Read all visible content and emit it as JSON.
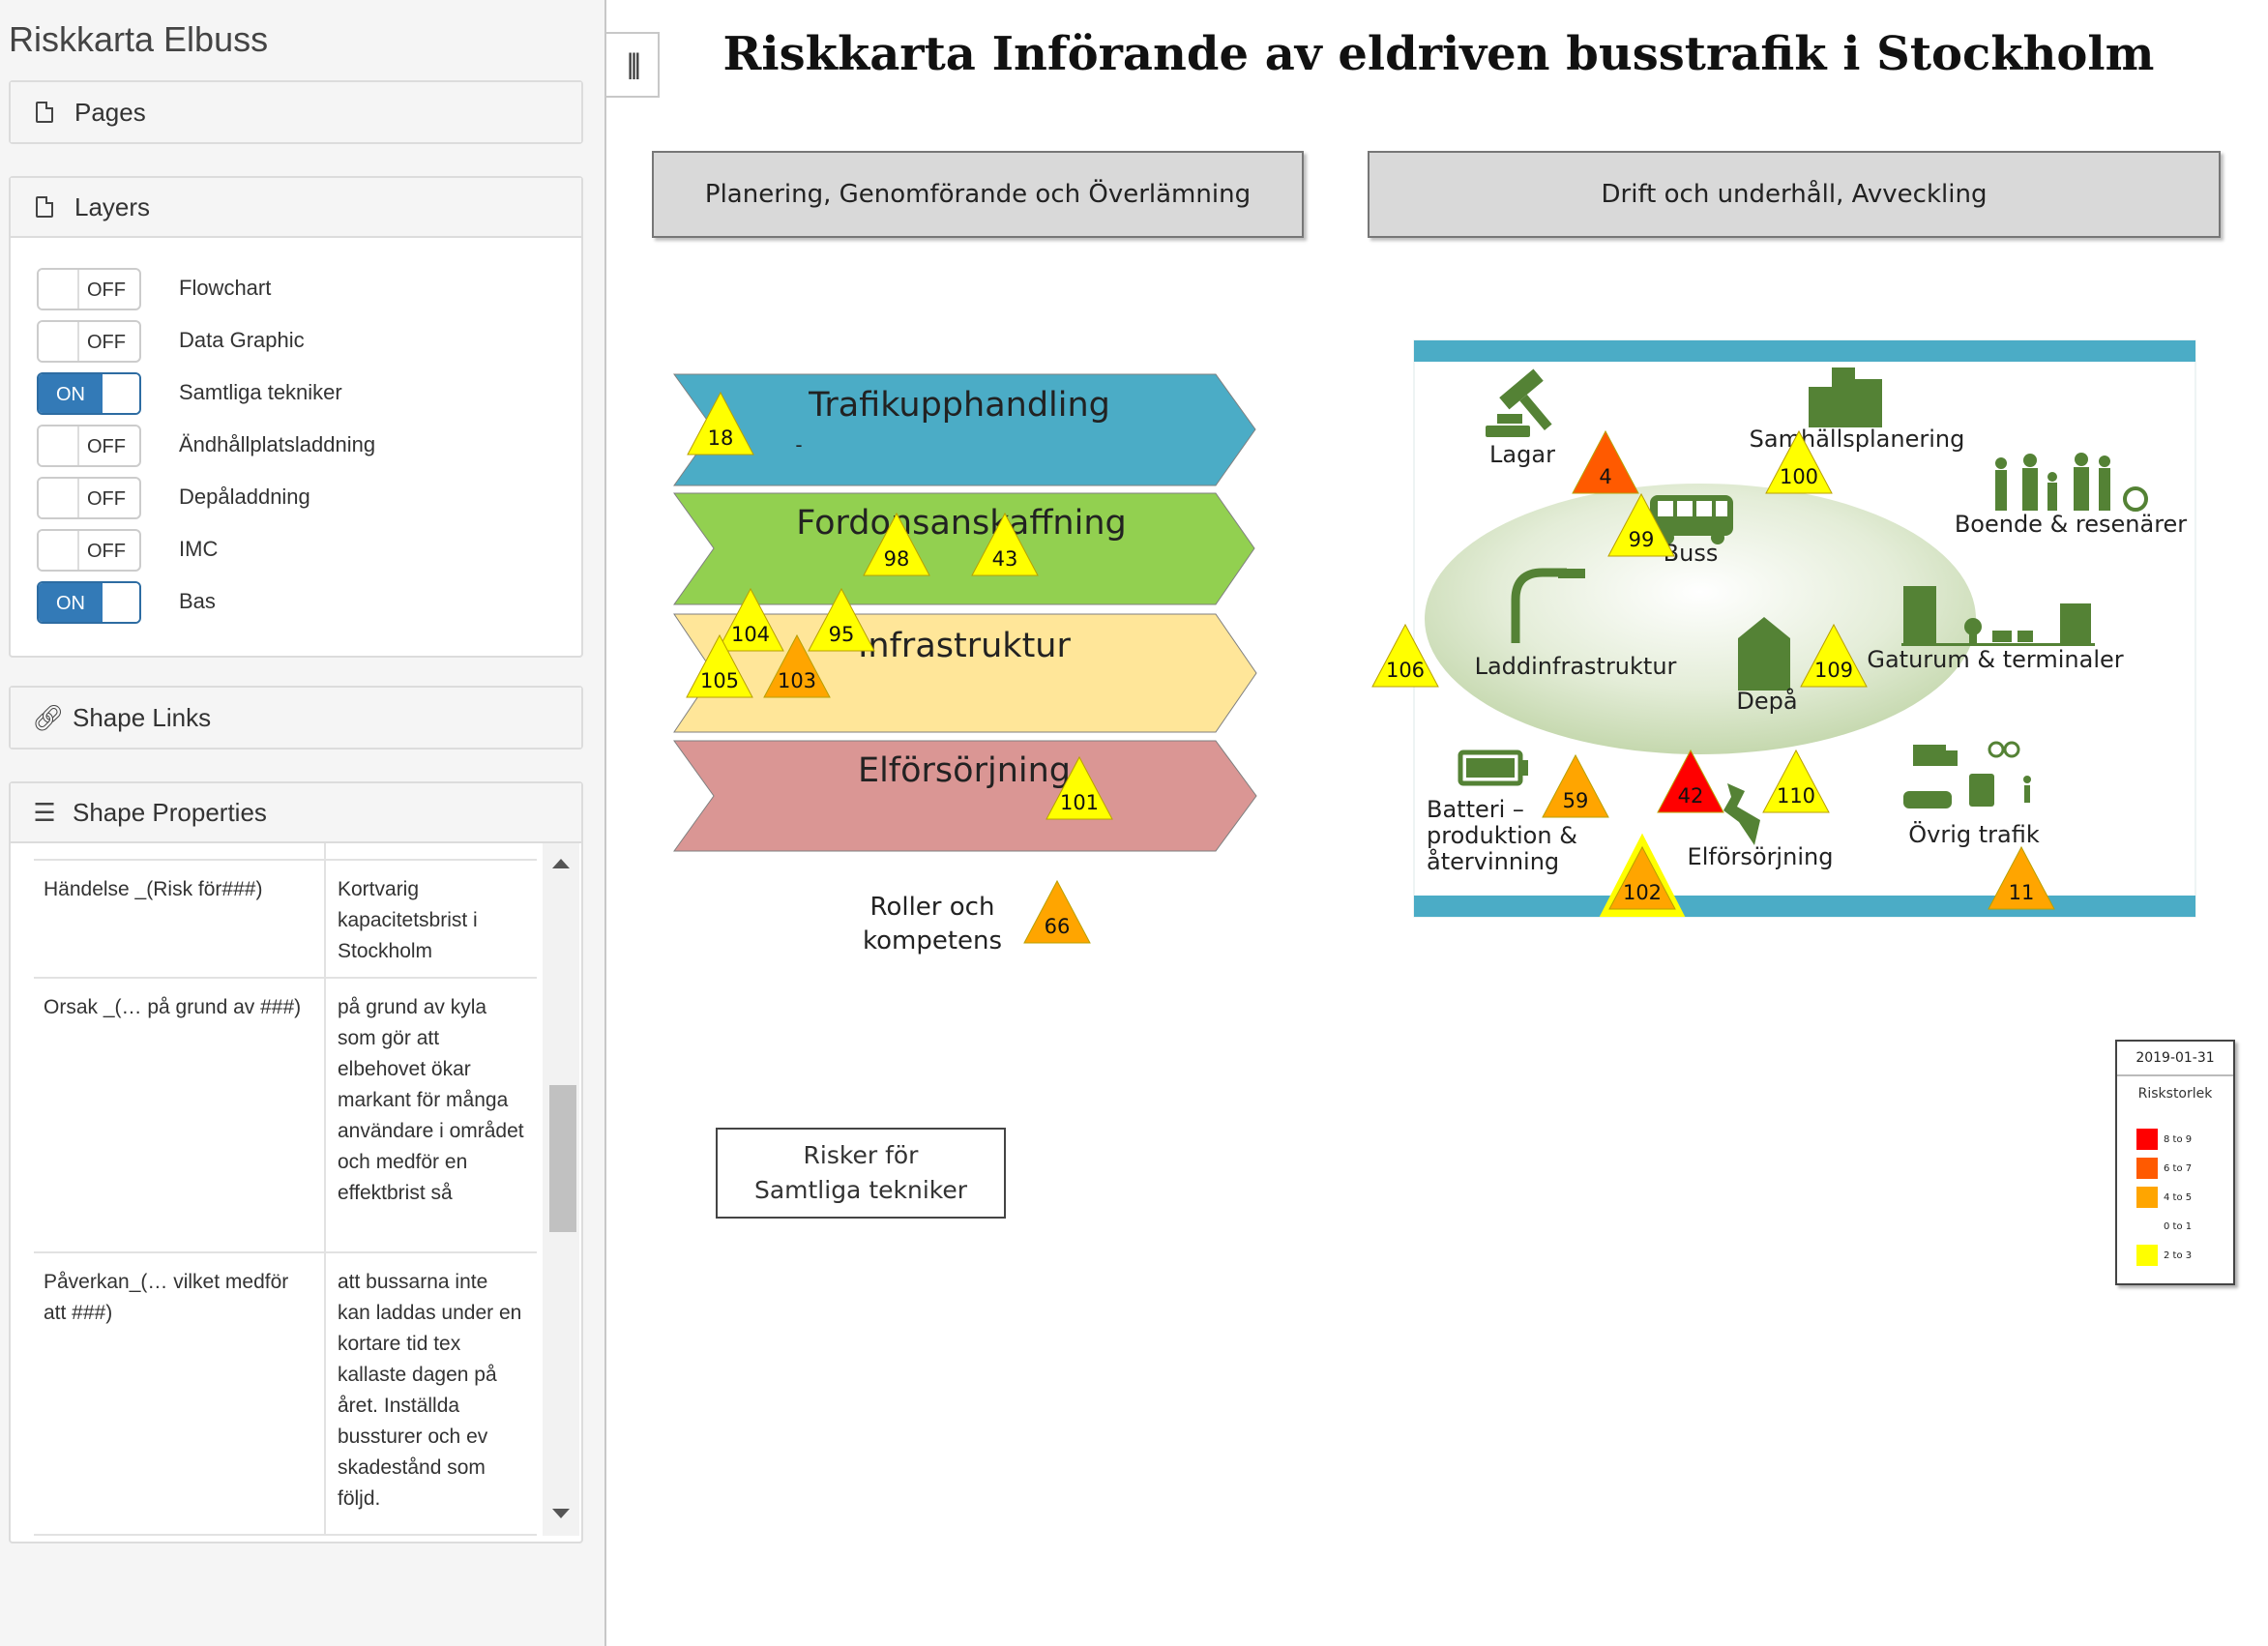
{
  "sidebar": {
    "app_title": "Riskkarta Elbuss",
    "pages_label": "Pages",
    "layers_label": "Layers",
    "layers": [
      {
        "name": "Flowchart",
        "state": "OFF"
      },
      {
        "name": "Data Graphic",
        "state": "OFF"
      },
      {
        "name": "Samtliga tekniker",
        "state": "ON"
      },
      {
        "name": "Ändhållplatsladdning",
        "state": "OFF"
      },
      {
        "name": "Depåladdning",
        "state": "OFF"
      },
      {
        "name": "IMC",
        "state": "OFF"
      },
      {
        "name": "Bas",
        "state": "ON"
      }
    ],
    "shape_links_label": "Shape Links",
    "shape_properties_label": "Shape Properties",
    "properties": [
      {
        "key": "Händelse _(Risk för###)",
        "value": "Kortvarig kapacitetsbrist i Stockholm"
      },
      {
        "key": "Orsak _(… på grund av ###)",
        "value": "på grund av kyla som gör att elbehovet ökar markant för många användare i området och medför en effektbrist så"
      },
      {
        "key": "Påverkan_(… vilket medför att ###)",
        "value": "att bussarna inte kan laddas under en kortare tid tex kallaste dagen på året. Inställda bussturer och ev skadestånd som följd."
      }
    ],
    "collapse_icon": "|||"
  },
  "canvas": {
    "title": "Riskkarta Införande av eldriven busstrafik i Stockholm",
    "phase_left": "Planering, Genomförande och Överlämning",
    "phase_right": "Drift och underhåll, Avveckling",
    "chevrons": [
      {
        "label": "Trafikupphandling",
        "color": "#4bacc6",
        "extra": "-"
      },
      {
        "label": "Fordonsanskaffning",
        "color": "#92d050"
      },
      {
        "label": "Infrastruktur",
        "color": "#ffe699"
      },
      {
        "label": "Elförsörjning",
        "color": "#da9694"
      }
    ],
    "roles_label_1": "Roller och",
    "roles_label_2": "kompetens",
    "note_line1": "Risker för",
    "note_line2": "Samtliga tekniker",
    "scene_labels": {
      "lagar": "Lagar",
      "samhallsplanering": "Samhällsplanering",
      "boende": "Boende & resenärer",
      "buss": "Buss",
      "laddinfra": "Laddinfrastruktur",
      "depa": "Depå",
      "gaturum": "Gaturum & terminaler",
      "batteri1": "Batteri –",
      "batteri2": "produktion &",
      "batteri3": "återvinning",
      "elforsorjning": "Elförsörjning",
      "ovrig": "Övrig trafik"
    },
    "risks": [
      {
        "id": "18",
        "level": "2 to 3"
      },
      {
        "id": "98",
        "level": "2 to 3"
      },
      {
        "id": "43",
        "level": "2 to 3"
      },
      {
        "id": "104",
        "level": "2 to 3"
      },
      {
        "id": "95",
        "level": "2 to 3"
      },
      {
        "id": "105",
        "level": "2 to 3"
      },
      {
        "id": "103",
        "level": "4 to 5"
      },
      {
        "id": "101",
        "level": "2 to 3"
      },
      {
        "id": "66",
        "level": "4 to 5"
      },
      {
        "id": "4",
        "level": "6 to 7"
      },
      {
        "id": "100",
        "level": "2 to 3"
      },
      {
        "id": "99",
        "level": "2 to 3"
      },
      {
        "id": "106",
        "level": "2 to 3"
      },
      {
        "id": "109",
        "level": "2 to 3"
      },
      {
        "id": "59",
        "level": "4 to 5"
      },
      {
        "id": "42",
        "level": "8 to 9"
      },
      {
        "id": "110",
        "level": "2 to 3"
      },
      {
        "id": "102",
        "level": "4 to 5",
        "selected": true
      },
      {
        "id": "11",
        "level": "4 to 5"
      }
    ],
    "legend": {
      "date": "2019-01-31",
      "title": "Riskstorlek",
      "items": [
        {
          "label": "8 to 9",
          "color": "#ff0000"
        },
        {
          "label": "6 to 7",
          "color": "#ff5a00"
        },
        {
          "label": "4 to 5",
          "color": "#ffa500"
        },
        {
          "label": "0 to 1",
          "color": "#ffffff"
        },
        {
          "label": "2 to 3",
          "color": "#ffff00"
        }
      ]
    }
  }
}
